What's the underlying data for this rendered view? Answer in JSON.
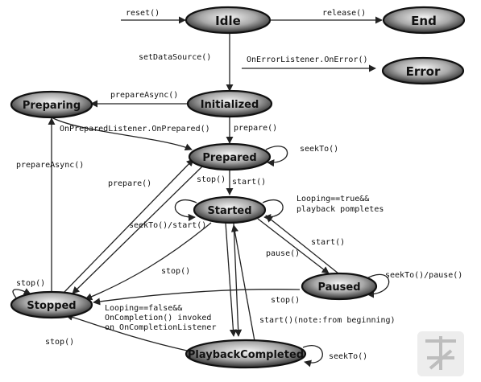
{
  "states": {
    "idle": "Idle",
    "end": "End",
    "error": "Error",
    "preparing": "Preparing",
    "initialized": "Initialized",
    "prepared": "Prepared",
    "started": "Started",
    "paused": "Paused",
    "stopped": "Stopped",
    "playback_completed": "PlaybackCompleted"
  },
  "transitions": {
    "reset": "reset()",
    "release": "release()",
    "set_data_source": "setDataSource()",
    "on_error": "OnErrorListener.OnError()",
    "prepare_async_init": "prepareAsync()",
    "on_prepared": "OnPreparedListener.OnPrepared()",
    "prepare_init": "prepare()",
    "seek_to_prepared": "seekTo()",
    "prepare_async_stopped": "prepareAsync()",
    "prepare_stopped": "prepare()",
    "stop_prepared": "stop()",
    "start_prepared": "start()",
    "looping_true_1": "Looping==true&&",
    "looping_true_2": "playback pompletes",
    "seek_start": "seekTo()/start()",
    "start_paused": "start()",
    "pause": "pause()",
    "stop_started": "stop()",
    "seek_pause": "seekTo()/pause()",
    "stop_stopped": "stop()",
    "stop_paused": "stop()",
    "looping_false_1": "Looping==false&&",
    "looping_false_2": "OnCompletion() invoked",
    "looping_false_3": "on OnCompletionListener",
    "start_from_beginning": "start()(note:from beginning)",
    "stop_completed": "stop()",
    "seek_completed": "seekTo()"
  },
  "colors": {
    "state_fill_center": "#f4f4f4",
    "state_fill_edge": "#2a2a2a",
    "line": "#222222",
    "text": "#111111"
  }
}
